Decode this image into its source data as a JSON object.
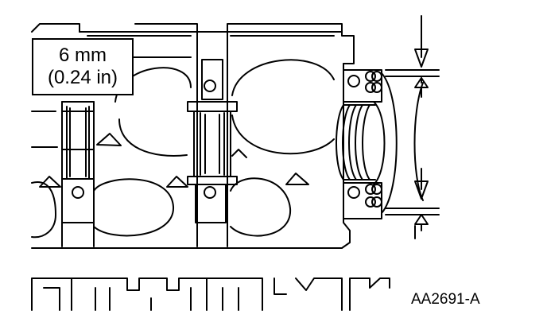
{
  "callout": {
    "measurement_mm": "6 mm",
    "measurement_in": "(0.24 in)"
  },
  "figure_id": "AA2691-A",
  "colors": {
    "ink": "#000000",
    "paper": "#ffffff"
  }
}
